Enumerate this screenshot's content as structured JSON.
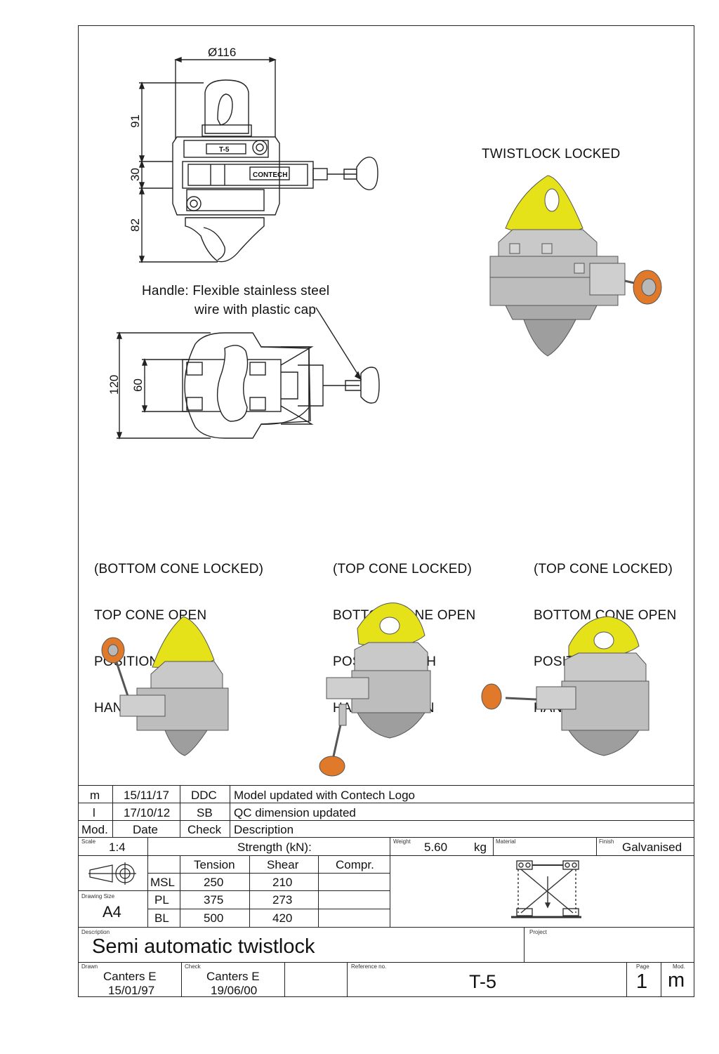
{
  "labels": {
    "twistlock_locked": "TWISTLOCK LOCKED",
    "handle_note_line1": "Handle: Flexible stainless steel",
    "handle_note_line2": "wire with plastic cap",
    "view1": [
      "(BOTTOM CONE LOCKED)",
      "TOP CONE OPEN",
      "POSITION WITH",
      "HANDLE UP"
    ],
    "view2": [
      "(TOP CONE LOCKED)",
      "BOTTOM CONE OPEN",
      "POSITION WITH",
      "HANDLE DOWN"
    ],
    "view3": [
      "(TOP CONE LOCKED)",
      "BOTTOM CONE OPEN",
      "POSITION WITH",
      "HANDLE LEFT"
    ]
  },
  "dimensions": {
    "diameter": "Ø116",
    "height_top": "91",
    "height_mid": "30",
    "height_bottom": "82",
    "width_outer": "120",
    "width_inner": "60",
    "part_label": "T-5",
    "brand_label": "CONTECH"
  },
  "revisions": [
    {
      "mod": "m",
      "date": "15/11/17",
      "check": "DDC",
      "description": "Model updated with Contech Logo"
    },
    {
      "mod": "l",
      "date": "17/10/12",
      "check": "SB",
      "description": "QC dimension updated"
    }
  ],
  "revision_headers": {
    "mod": "Mod.",
    "date": "Date",
    "check": "Check",
    "description": "Description"
  },
  "title_block": {
    "scale_label": "Scale",
    "scale": "1:4",
    "strength_label": "Strength (kN):",
    "weight_label": "Weight",
    "weight": "5.60",
    "weight_unit": "kg",
    "material_label": "Material",
    "material": "",
    "finish_label": "Finish",
    "finish": "Galvanised",
    "strength_headers": [
      "Tension",
      "Shear",
      "Compr."
    ],
    "strength_rows": [
      {
        "name": "MSL",
        "tension": "250",
        "shear": "210",
        "compr": ""
      },
      {
        "name": "PL",
        "tension": "375",
        "shear": "273",
        "compr": ""
      },
      {
        "name": "BL",
        "tension": "500",
        "shear": "420",
        "compr": ""
      }
    ],
    "drawing_size_label": "Drawing Size",
    "drawing_size": "A4",
    "description_label": "Description",
    "description": "Semi automatic twistlock",
    "project_label": "Project",
    "project": "",
    "drawn_label": "Drawn",
    "drawn_name": "Canters E",
    "drawn_date": "15/01/97",
    "check_label": "Check",
    "check_name": "Canters E",
    "check_date": "19/06/00",
    "reference_label": "Reference no.",
    "reference": "T-5",
    "page_label": "Page",
    "page": "1",
    "mod_label": "Mod.",
    "mod": "m"
  },
  "colors": {
    "cone": "#e6e21a",
    "body": "#b9b9b9",
    "handle": "#e07a2a",
    "line": "#222222"
  }
}
